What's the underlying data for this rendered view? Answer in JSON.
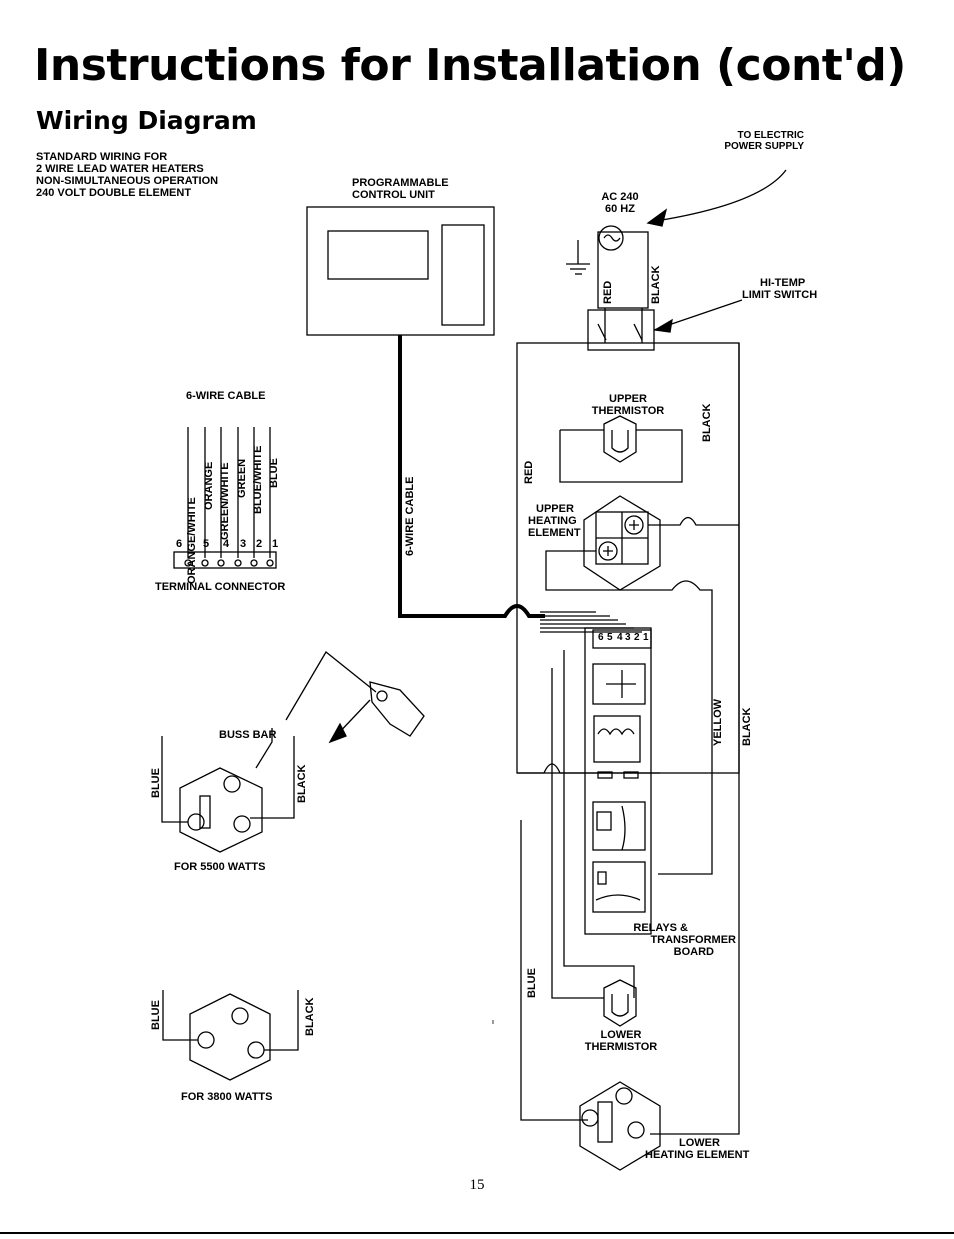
{
  "page": {
    "title": "Instructions for Installation (cont'd)",
    "subtitle": "Wiring Diagram",
    "page_number": "15"
  },
  "intro": {
    "line1": "STANDARD WIRING FOR",
    "line2": "2 WIRE LEAD WATER HEATERS",
    "line3": "NON-SIMULTANEOUS OPERATION",
    "line4": "240 VOLT DOUBLE ELEMENT"
  },
  "labels": {
    "programmable_line1": "PROGRAMMABLE",
    "programmable_line2": "CONTROL UNIT",
    "power_line1": "TO ELECTRIC",
    "power_line2": "POWER SUPPLY",
    "ac_line1": "AC 240",
    "ac_line2": "60 HZ",
    "hitemp_line1": "HI-TEMP",
    "hitemp_line2": "LIMIT SWITCH",
    "upper_thermistor_line1": "UPPER",
    "upper_thermistor_line2": "THERMISTOR",
    "upper_heating_line1": "UPPER",
    "upper_heating_line2": "HEATING",
    "upper_heating_line3": "ELEMENT",
    "six_wire_cable": "6-WIRE CABLE",
    "six_wire_cable_vertical": "6-WIRE CABLE",
    "terminal_connector": "TERMINAL CONNECTOR",
    "buss_bar": "BUSS BAR",
    "for_5500": "FOR 5500 WATTS",
    "for_3800": "FOR 3800 WATTS",
    "relays_line1": "RELAYS &",
    "relays_line2": "TRANSFORMER",
    "relays_line3": "BOARD",
    "lower_thermistor_line1": "LOWER",
    "lower_thermistor_line2": "THERMISTOR",
    "lower_heating_line1": "LOWER",
    "lower_heating_line2": "HEATING ELEMENT"
  },
  "wire_colors": {
    "red": "RED",
    "black": "BLACK",
    "blue": "BLUE",
    "yellow": "YELLOW"
  },
  "cable_wires": [
    "ORANGE/WHITE",
    "ORANGE",
    "GREEN/WHITE",
    "GREEN",
    "BLUE/WHITE",
    "BLUE"
  ],
  "terminal_numbers": [
    "6",
    "5",
    "4",
    "3",
    "2",
    "1"
  ],
  "board_terminal_numbers": [
    "6",
    "5",
    "4",
    "3",
    "2",
    "1"
  ]
}
